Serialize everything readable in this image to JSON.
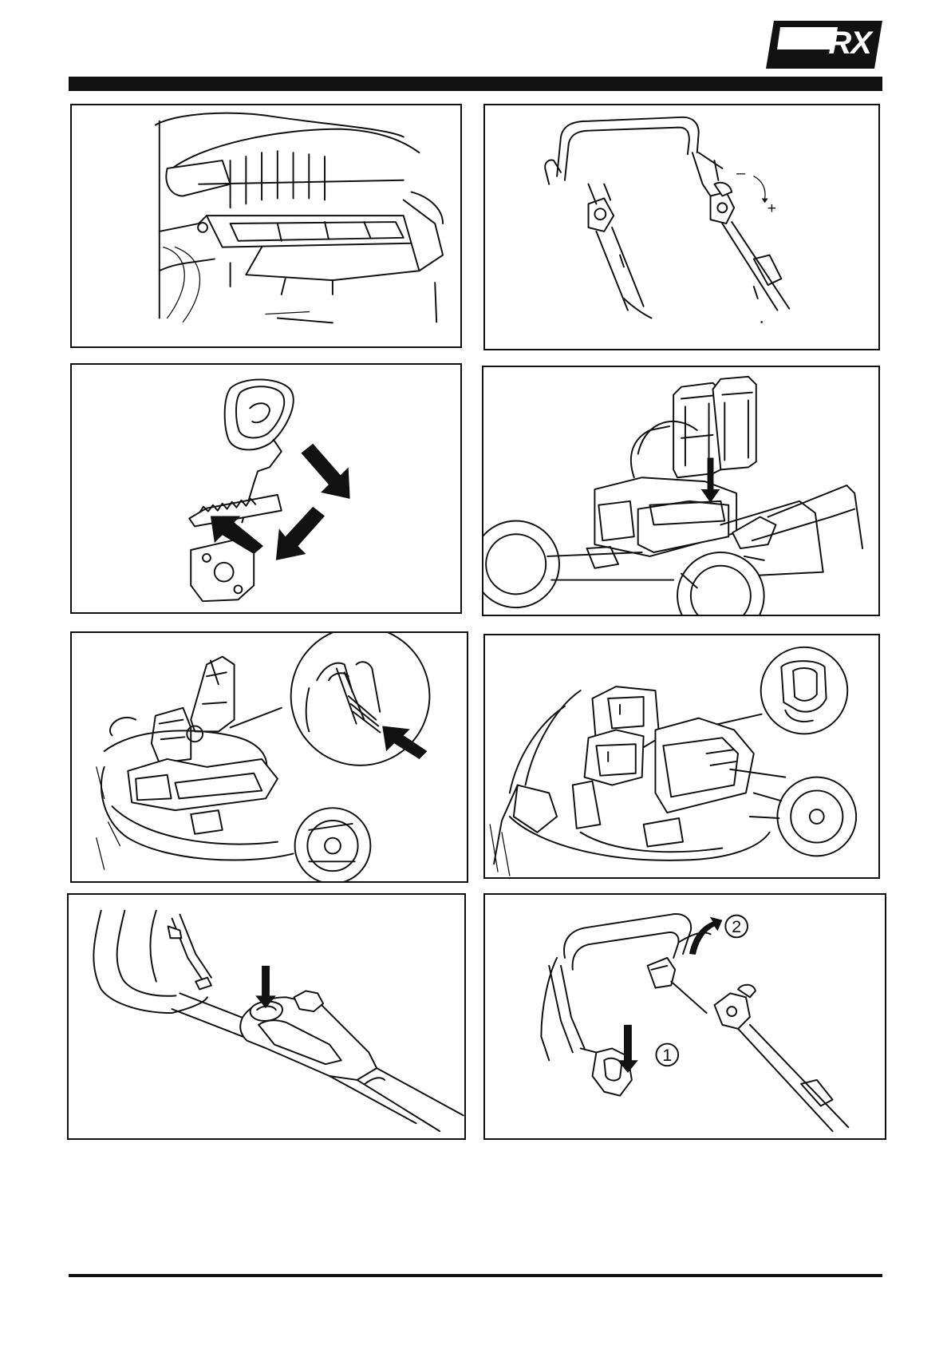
{
  "brand": {
    "logo_text": "RX"
  },
  "panels": {
    "panel_2": {
      "minus_label": "–",
      "plus_label": "+"
    },
    "panel_8": {
      "step_1": "1",
      "step_2": "2"
    }
  }
}
